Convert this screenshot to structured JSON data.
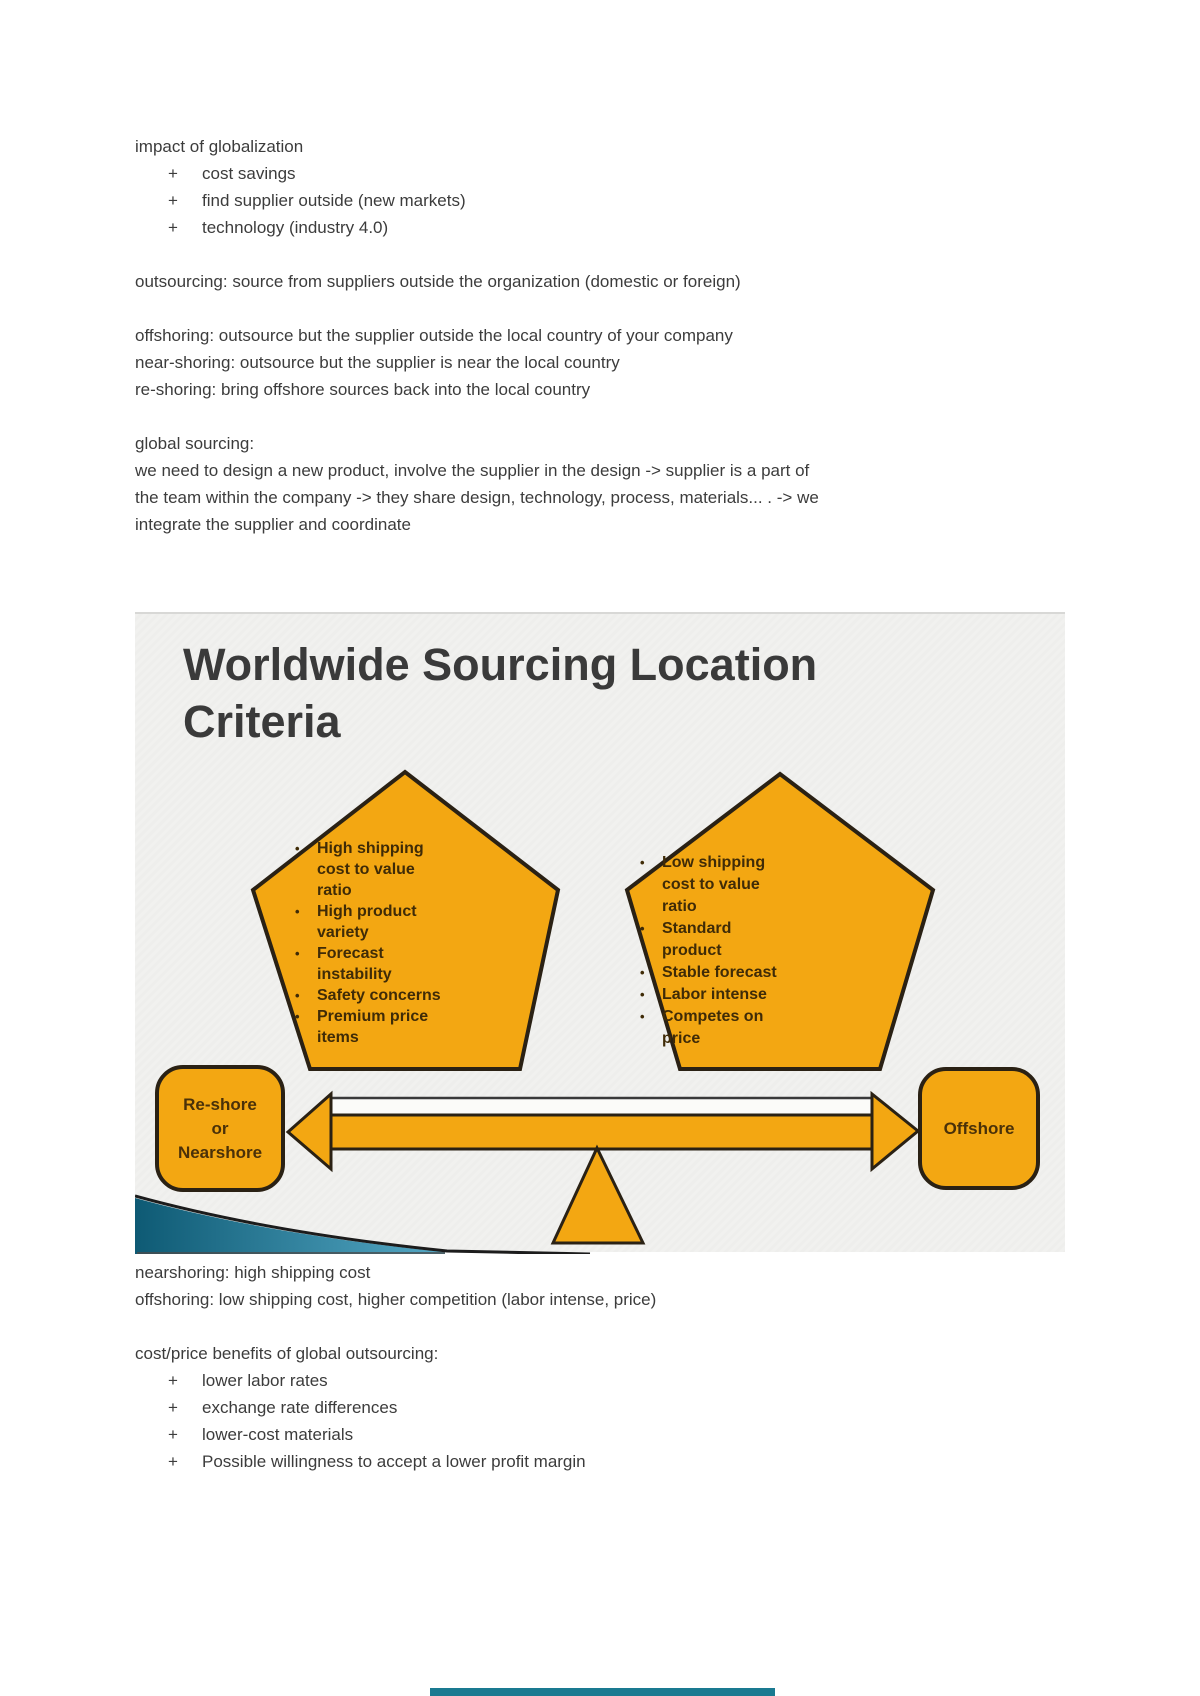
{
  "glyphs": {
    "plus": "+",
    "dot": "•"
  },
  "notes_top": {
    "heading": "impact of globalization",
    "bullets": [
      "cost savings",
      "find supplier outside (new markets)",
      "technology (industry 4.0)"
    ],
    "outsourcing": "outsourcing: source from suppliers outside the organization (domestic or foreign)",
    "offshoring": "offshoring: outsource but the supplier outside the local country of your company",
    "nearshoring": "near-shoring: outsource but the supplier is near the local country",
    "reshoring": "re-shoring: bring offshore sources back into the local country",
    "global_heading": "global sourcing:",
    "global_lines": [
      "we need to design a new product, involve the supplier in the design -> supplier is a part of",
      "the team within the company -> they share design, technology, process, materials... . -> we",
      "integrate the supplier and coordinate"
    ]
  },
  "slide": {
    "title_lines": [
      "Worldwide Sourcing Location",
      "Criteria"
    ],
    "left_pentagon_items": [
      "High shipping cost to value ratio",
      "High product variety",
      "Forecast instability",
      "Safety concerns",
      "Premium price items"
    ],
    "right_pentagon_items": [
      "Low shipping cost to value ratio",
      "Standard product",
      "Stable forecast",
      "Labor intense",
      "Competes on price"
    ],
    "left_box_lines": [
      "Re-shore",
      "or",
      "Nearshore"
    ],
    "right_box_label": "Offshore",
    "colors": {
      "shape_fill": "#F3A712",
      "shape_outline": "#2A2114",
      "slide_background": "#F0F0EE",
      "title_color": "#3A3A3A",
      "wave_teal_dark": "#0E5A74",
      "wave_teal_light": "#55A9C6",
      "footer_strip": "#1A7A91"
    }
  },
  "notes_bottom": {
    "nearshoring": "nearshoring: high shipping cost",
    "offshoring": "offshoring: low shipping cost, higher competition (labor intense, price)",
    "benefits_heading": "cost/price benefits of global outsourcing:",
    "benefits": [
      "lower labor rates",
      "exchange rate differences",
      "lower-cost materials",
      "Possible willingness to accept a lower profit margin"
    ]
  }
}
